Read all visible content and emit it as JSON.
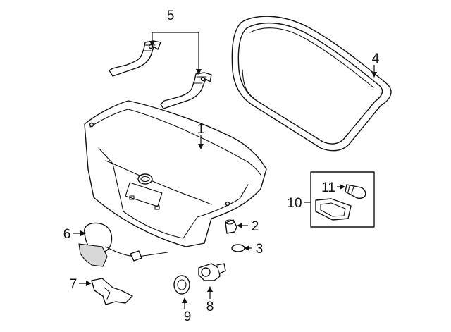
{
  "diagram": {
    "callouts": [
      {
        "id": "p1",
        "label": "1"
      },
      {
        "id": "p2",
        "label": "2"
      },
      {
        "id": "p3",
        "label": "3"
      },
      {
        "id": "p4",
        "label": "4"
      },
      {
        "id": "p5",
        "label": "5"
      },
      {
        "id": "p6",
        "label": "6"
      },
      {
        "id": "p7",
        "label": "7"
      },
      {
        "id": "p8",
        "label": "8"
      },
      {
        "id": "p9",
        "label": "9"
      },
      {
        "id": "p10",
        "label": "10"
      },
      {
        "id": "p11",
        "label": "11"
      }
    ]
  }
}
